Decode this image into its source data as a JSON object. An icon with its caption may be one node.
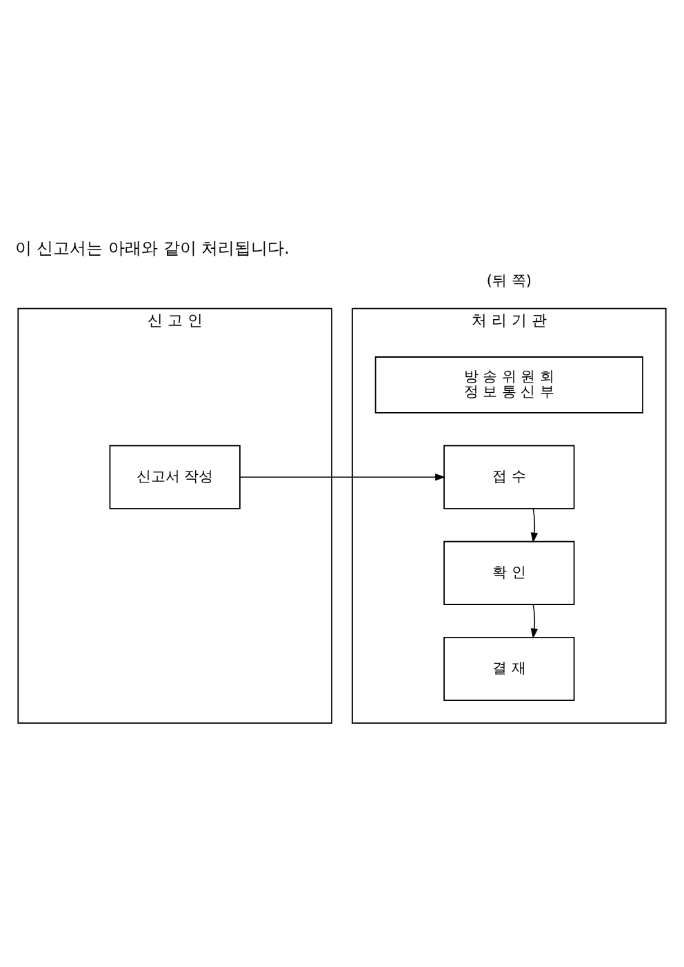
{
  "diagram": {
    "title": "이 신고서는 아래와 같이 처리됩니다.",
    "nodes": [
      {
        "text": [
          "신 고 인"
        ]
      },
      {
        "text": [
          "처 리 기 관"
        ]
      },
      {
        "text": [
          "방 송 위 원 회",
          "정 보 통 신 부"
        ],
        "in": 1
      },
      {
        "text": [
          "신고서 작성"
        ],
        "in": 0
      },
      {
        "text": [
          "접 수"
        ],
        "in": 1
      },
      {
        "text": [
          "확 인"
        ],
        "in": 1
      },
      {
        "text": [
          "결 재"
        ],
        "in": 1
      }
    ],
    "edges": [
      {
        "from": 3,
        "to": 4,
        "arrow": "to"
      },
      {
        "from": 4,
        "to": 5,
        "arrow": "to"
      },
      {
        "from": 5,
        "to": 6,
        "arrow": "to"
      }
    ],
    "labels": [
      "(뒤 쪽)"
    ]
  }
}
